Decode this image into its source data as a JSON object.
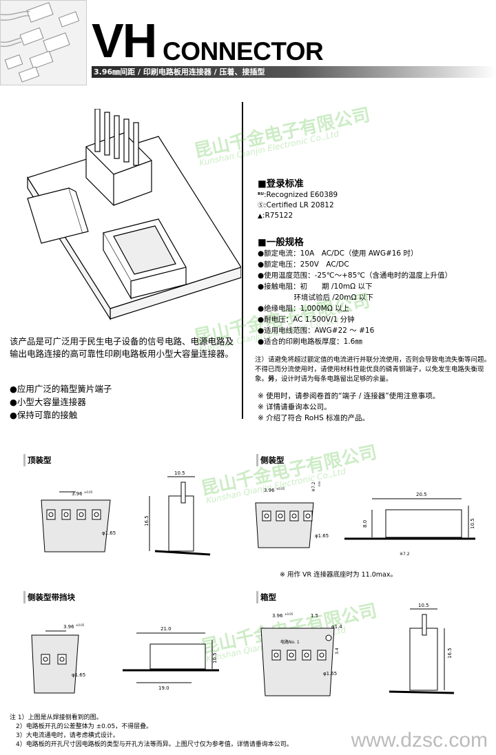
{
  "header": {
    "title_vh": "VH",
    "title_connector": "CONNECTOR",
    "subtitle": "3.96㎜间距 / 印刷电路板用连接器 / 压着、接插型"
  },
  "watermark": {
    "company_cn": "昆山千金电子有限公司",
    "company_en": "Kunshan Qianjin Electronic Co.,Ltd",
    "site": "www.dzsc.com"
  },
  "certs": {
    "heading": "■登录标准",
    "items": [
      {
        "icon": "ul-icon",
        "text": ":Recognized E60389"
      },
      {
        "icon": "csa-icon",
        "text": ":Certified LR 20812"
      },
      {
        "icon": "tuv-icon",
        "text": ":R75122"
      }
    ]
  },
  "specs": {
    "heading": "■一般规格",
    "items": [
      "●额定电流：10A　AC/DC（使用 AWG#16 时）",
      "●额定电压：250V　AC/DC",
      "●使用温度范围：-25℃～+85℃（含通电时的温度上升值）",
      "●接触电阻：初　　期 /10mΩ 以下",
      "　　　　　环境试验后 /20mΩ 以下",
      "●绝缘电阻：1,000MΩ 以上",
      "●耐电压：AC 1,500V/1 分钟",
      "●适用电线范围：AWG#22 ～ #16",
      "●适合的印刷电路板厚度：1.6㎜"
    ],
    "note_lines": [
      "注）请避免将超过额定值的电流进行并联分流使用，否则会导致电流失衡等问题。不得",
      "　　已而分流使用时，请使用材料性能优良的磷青铜端子，以免发生电路失衡现象。另",
      "　　外，设计时请为每条电路留出足够的余量。"
    ],
    "remarks": [
      "※ 使用时，请参阅卷首的“端子 / 连接器”使用注意事项。",
      "※ 详情请垂询本公司。",
      "※ 介绍了符合 RoHS 标准的产品。"
    ]
  },
  "description": "该产品是可广泛用于民生电子设备的信号电路、电源电路及输出电路连接的高可靠性印刷电路板用小型大容量连接器。",
  "features": [
    "●应用广泛的箱型簧片端子",
    "●小型大容量连接器",
    "●保持可靠的接触"
  ],
  "diagrams": {
    "top": {
      "label": "顶装型",
      "pitch": "3.96",
      "tol": "±0.05",
      "hole": "φ1.65",
      "width": "10.5",
      "height": "16.5"
    },
    "side": {
      "label": "侧装型",
      "pitch": "3.96",
      "tol": "±0.05",
      "hole": "φ1.65",
      "min1": "※7.2",
      "min_sub": "min",
      "len": "20.5",
      "h1": "8.0",
      "h2": "10.5",
      "min2": "※7.2",
      "note": "※ 用作 VR 连接器底座时为 11.0max。"
    },
    "side_block": {
      "label": "侧装型带挡块",
      "pitch": "3.96",
      "tol": "±0.05",
      "hole": "φ1.65",
      "len1": "21.0",
      "len2": "19.0",
      "h": "10.5"
    },
    "box": {
      "label": "箱型",
      "pitch": "3.96",
      "tol": "±0.05",
      "p2": "1.5",
      "hole1": "φ1.4",
      "hole2": "φ1.65",
      "circuit": "电路No. 1",
      "v": "3.4",
      "width": "10.5",
      "height": "16.5"
    }
  },
  "footnotes": [
    "注 1）上图是从焊接侧看到的图。",
    "　2）电路板开孔的公差整体为 ±0.05，不得层叠。",
    "　3）大电流通电时，请考虑横式设计。",
    "　4）电路板的开孔尺寸因电路板的类型与开孔方法等而异。上图尺寸仅为参考值，详情请垂询本公司。"
  ]
}
